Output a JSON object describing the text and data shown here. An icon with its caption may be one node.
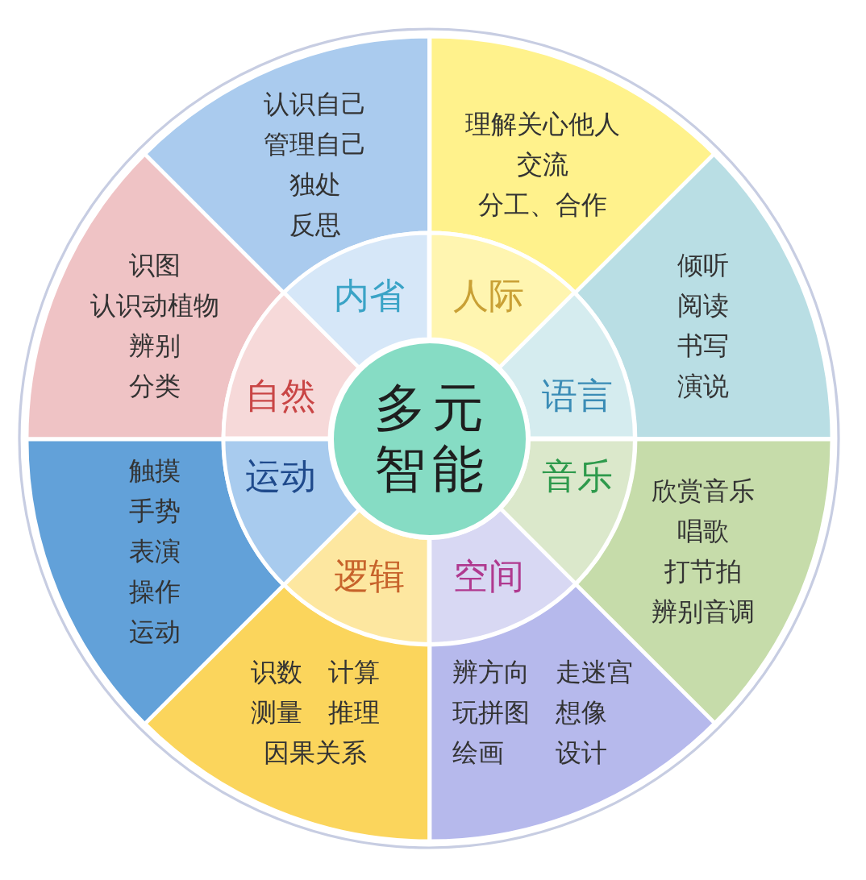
{
  "diagram": {
    "nodes": [
      {
        "text": [
          "多元智能"
        ]
      },
      {
        "text": [
          "内省"
        ]
      },
      {
        "text": [
          "人际"
        ]
      },
      {
        "text": [
          "语言"
        ]
      },
      {
        "text": [
          "音乐"
        ]
      },
      {
        "text": [
          "空间"
        ]
      },
      {
        "text": [
          "逻辑"
        ]
      },
      {
        "text": [
          "运动"
        ]
      },
      {
        "text": [
          "自然"
        ]
      },
      {
        "text": [
          "认识自己",
          "管理自己",
          "独处",
          "反思"
        ]
      },
      {
        "text": [
          "理解关心他人",
          "交流",
          "分工、合作"
        ]
      },
      {
        "text": [
          "倾听",
          "阅读",
          "书写",
          "演说"
        ]
      },
      {
        "text": [
          "欣赏音乐",
          "唱歌",
          "打节拍",
          "辨别音调"
        ]
      },
      {
        "text": [
          "辨方向",
          "走迷宫",
          "玩拼图",
          "想像",
          "绘画",
          "设计"
        ]
      },
      {
        "text": [
          "识数",
          "计算",
          "测量",
          "推理",
          "因果关系"
        ]
      },
      {
        "text": [
          "触摸",
          "手势",
          "表演",
          "操作",
          "运动"
        ]
      },
      {
        "text": [
          "识图",
          "认识动植物",
          "辨别",
          "分类"
        ]
      }
    ]
  }
}
